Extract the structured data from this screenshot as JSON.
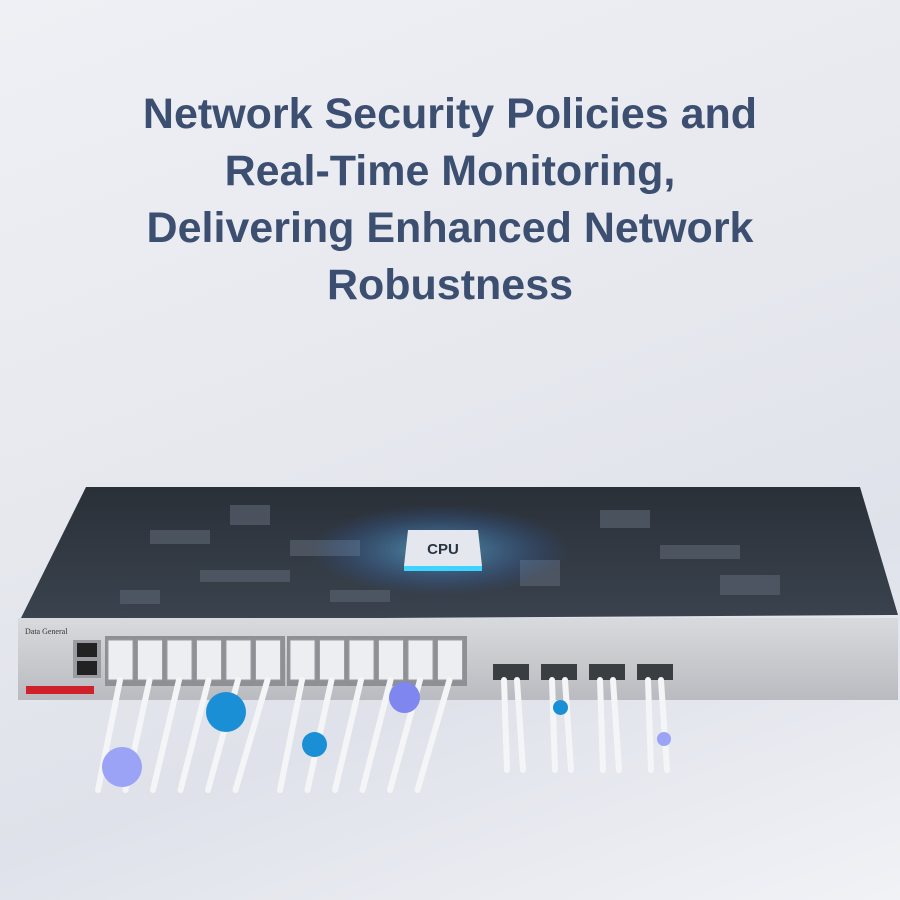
{
  "headline": {
    "lines": [
      "Network Security Policies and",
      "Real-Time Monitoring,",
      "Delivering Enhanced Network",
      "Robustness"
    ]
  },
  "device": {
    "brand": "Data General",
    "chip_label": "CPU",
    "colors": {
      "headline": "#3c4f70",
      "chip_glow": "#3fd3ff",
      "accent_red": "#d0202a",
      "bubble_blue": "#1b8fd6",
      "bubble_violet": "#9aa3f5"
    }
  }
}
